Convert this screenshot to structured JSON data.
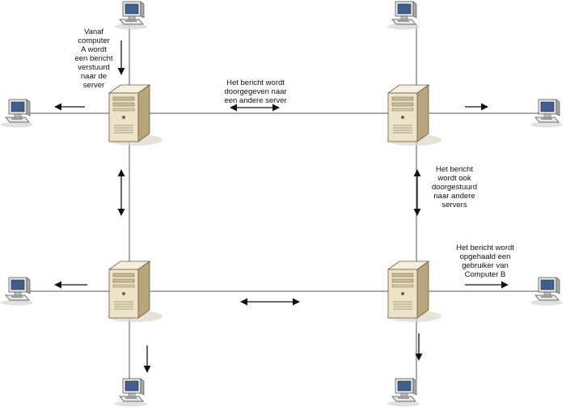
{
  "labels": {
    "send": "Vanaf\ncomputer\nA wordt\neen bericht\nverstuurd\nnaar de\nserver",
    "forward": "Het bericht wordt\ndoorgegeven naar\neen andere server",
    "forward_more": "Het bericht\nwordt ook\ndoorgestuurd\nnaar andere\nservers",
    "fetch": "Het bericht wordt\nopgehaald een\ngebruiker van\nComputer B"
  },
  "nodes": {
    "servers": [
      "server-top-left",
      "server-top-right",
      "server-bottom-left",
      "server-bottom-right"
    ],
    "computers": [
      "computer-top-left",
      "computer-top-right",
      "computer-left-upper",
      "computer-right-upper",
      "computer-left-lower",
      "computer-right-lower",
      "computer-bottom-left",
      "computer-bottom-right"
    ]
  },
  "colors": {
    "line": "#555555",
    "arrow": "#111111",
    "server_front": "#ede3c9",
    "server_side": "#b9a57b"
  }
}
